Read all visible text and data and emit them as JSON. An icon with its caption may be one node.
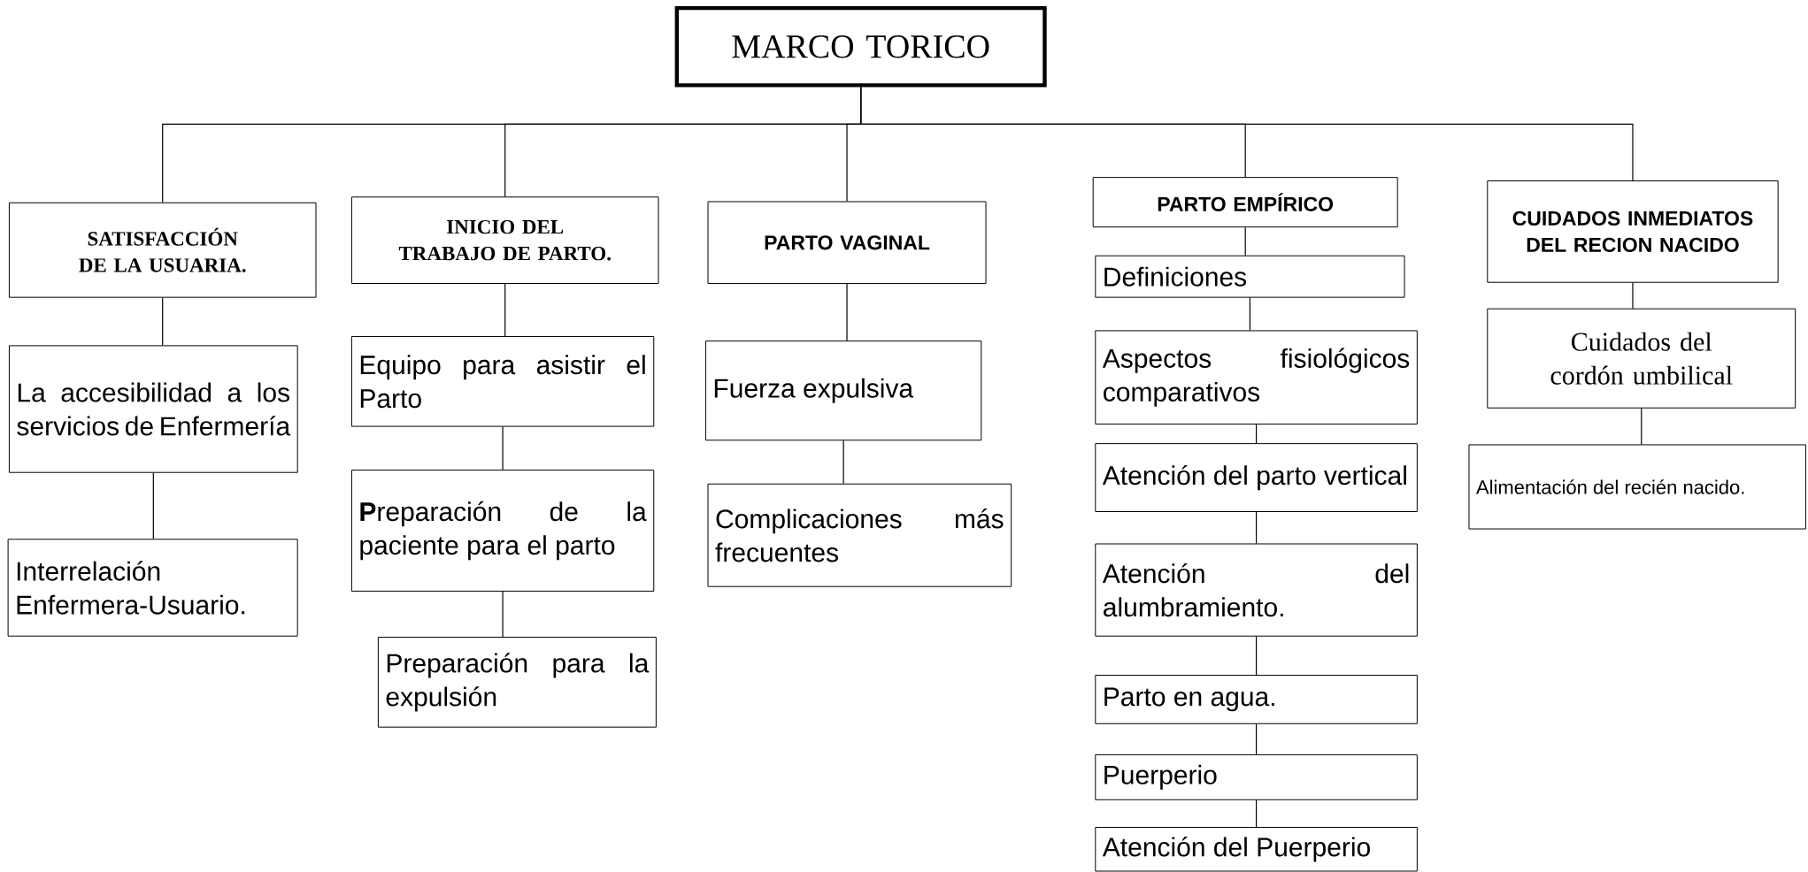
{
  "diagram": {
    "nodes": [
      {
        "text": [
          "MARCO TORICO"
        ]
      },
      {
        "text": [
          "SATISFACCIÓN DE LA USUARIA."
        ]
      },
      {
        "text": [
          "INICIO DEL TRABAJO DE PARTO."
        ]
      },
      {
        "text": [
          "PARTO VAGINAL"
        ]
      },
      {
        "text": [
          "PARTO EMPÍRICO"
        ]
      },
      {
        "text": [
          "CUIDADOS INMEDIATOS DEL RECION NACIDO"
        ]
      },
      {
        "text": [
          "La accesibilidad a los servicios de Enfermería"
        ]
      },
      {
        "text": [
          "Interrelación Enfermera-Usuario."
        ]
      },
      {
        "text": [
          "Equipo para asistir el Parto"
        ]
      },
      {
        "text": [
          "**P**reparación de la paciente para el parto"
        ]
      },
      {
        "text": [
          "Preparación para la expulsión"
        ]
      },
      {
        "text": [
          "Fuerza expulsiva"
        ]
      },
      {
        "text": [
          "Complicaciones más frecuentes"
        ]
      },
      {
        "text": [
          "Definiciones"
        ]
      },
      {
        "text": [
          "Aspectos fisiológicos comparativos"
        ]
      },
      {
        "text": [
          "Atención del parto vertical"
        ]
      },
      {
        "text": [
          "Atención del alumbramiento."
        ]
      },
      {
        "text": [
          "Parto en agua."
        ]
      },
      {
        "text": [
          "Puerperio"
        ]
      },
      {
        "text": [
          "Atención del Puerperio"
        ]
      },
      {
        "text": [
          "Cuidados del cordón umbilical"
        ]
      },
      {
        "text": [
          "Alimentación del recién nacido."
        ]
      }
    ],
    "edges": [
      {
        "from": 0,
        "to": 1,
        "arrow": "none"
      },
      {
        "from": 0,
        "to": 2,
        "arrow": "none"
      },
      {
        "from": 0,
        "to": 3,
        "arrow": "none"
      },
      {
        "from": 0,
        "to": 4,
        "arrow": "none"
      },
      {
        "from": 0,
        "to": 5,
        "arrow": "none"
      },
      {
        "from": 1,
        "to": 6,
        "arrow": "none"
      },
      {
        "from": 6,
        "to": 7,
        "arrow": "none"
      },
      {
        "from": 2,
        "to": 8,
        "arrow": "none"
      },
      {
        "from": 8,
        "to": 9,
        "arrow": "none"
      },
      {
        "from": 9,
        "to": 10,
        "arrow": "none"
      },
      {
        "from": 3,
        "to": 11,
        "arrow": "none"
      },
      {
        "from": 11,
        "to": 12,
        "arrow": "none"
      },
      {
        "from": 4,
        "to": 13,
        "arrow": "none"
      },
      {
        "from": 13,
        "to": 14,
        "arrow": "none"
      },
      {
        "from": 14,
        "to": 15,
        "arrow": "none"
      },
      {
        "from": 15,
        "to": 16,
        "arrow": "none"
      },
      {
        "from": 16,
        "to": 17,
        "arrow": "none"
      },
      {
        "from": 17,
        "to": 18,
        "arrow": "none"
      },
      {
        "from": 18,
        "to": 19,
        "arrow": "none"
      },
      {
        "from": 5,
        "to": 20,
        "arrow": "none"
      },
      {
        "from": 20,
        "to": 21,
        "arrow": "none"
      }
    ]
  }
}
